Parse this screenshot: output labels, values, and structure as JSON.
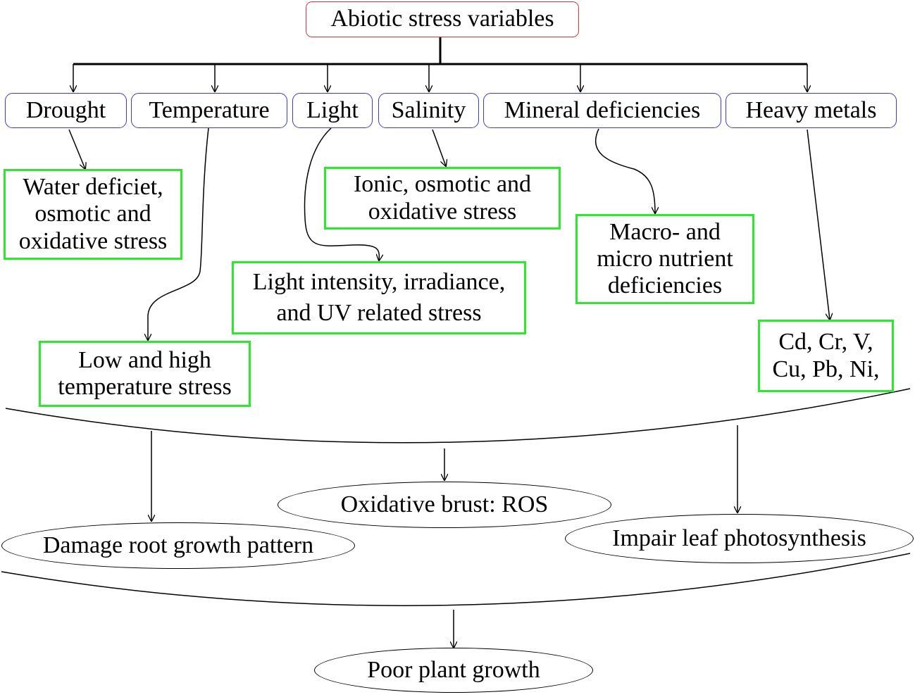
{
  "root": {
    "label": "Abiotic stress variables"
  },
  "categories": {
    "drought": "Drought",
    "temperature": "Temperature",
    "light": "Light",
    "salinity": "Salinity",
    "mineral": "Mineral deficiencies",
    "heavy_metals": "Heavy metals"
  },
  "effects": {
    "drought": [
      "Water deficiet,",
      "osmotic and",
      "oxidative stress"
    ],
    "temperature": [
      "Low and high",
      "temperature stress"
    ],
    "light": [
      "Light intensity, irradiance,",
      "and UV related stress"
    ],
    "salinity": [
      "Ionic, osmotic and",
      "oxidative stress"
    ],
    "mineral": [
      "Macro- and",
      "micro nutrient",
      "deficiencies"
    ],
    "heavy_metals": [
      "Cd, Cr, V,",
      "Cu, Pb, Ni,"
    ]
  },
  "outcomes": {
    "oxidative": "Oxidative brust: ROS",
    "root": "Damage root growth pattern",
    "leaf": "Impair leaf photosynthesis"
  },
  "final": {
    "label": "Poor plant growth"
  },
  "colors": {
    "root_border": "#d9383a",
    "category_border": "#3a3ad8",
    "effect_border": "#2ee82e",
    "lines": "#000000"
  }
}
